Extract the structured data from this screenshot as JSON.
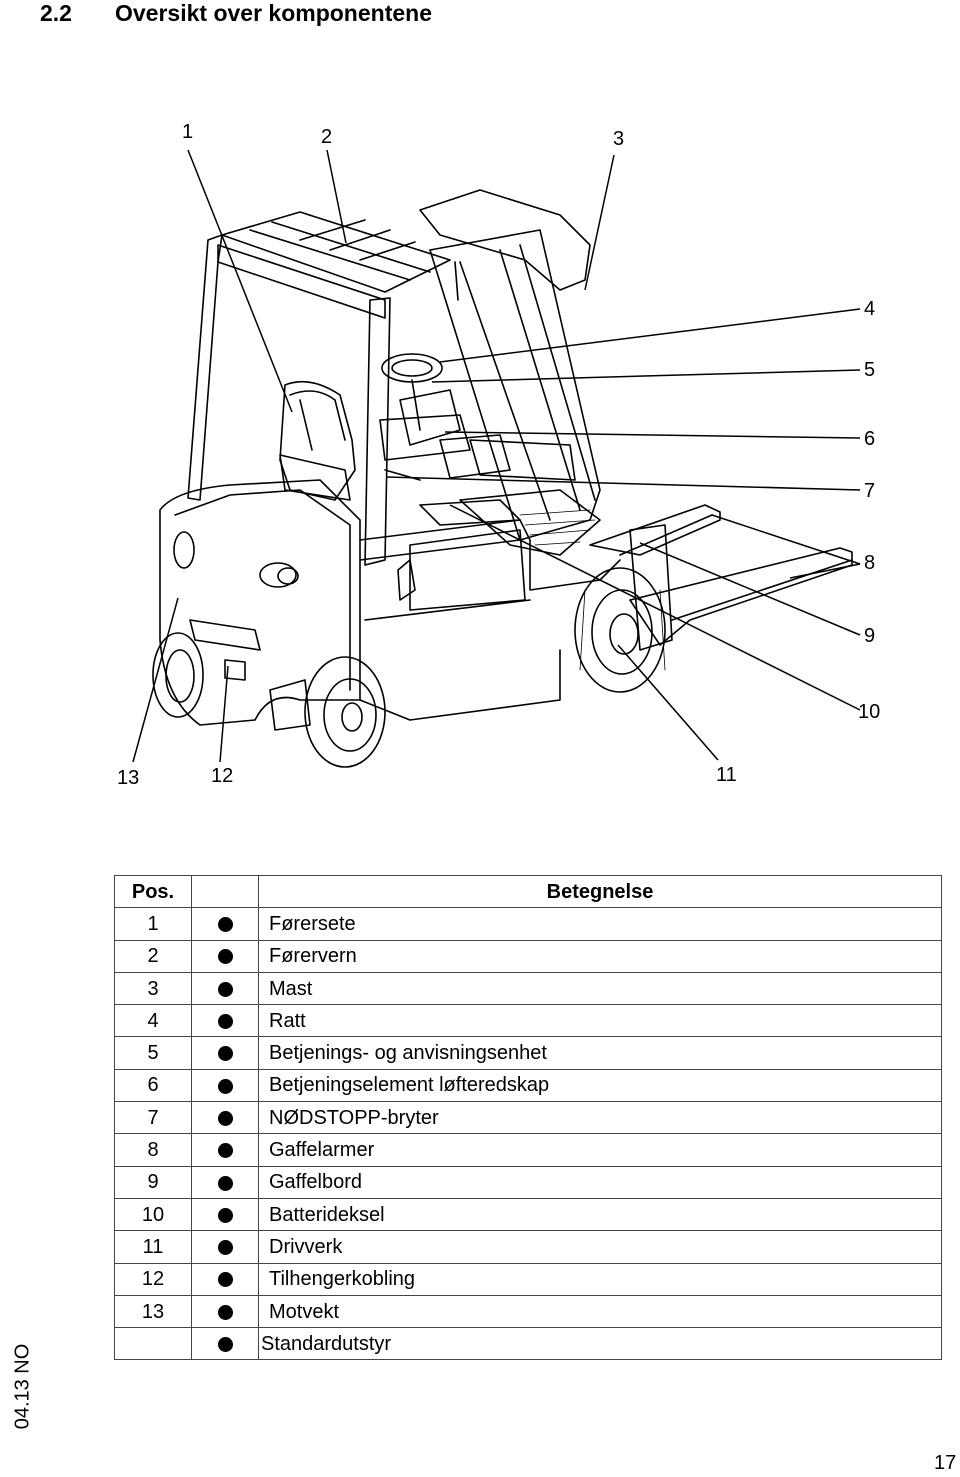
{
  "section": {
    "number": "2.2",
    "title": "Oversikt over komponentene"
  },
  "figure": {
    "callouts": [
      "1",
      "2",
      "3",
      "4",
      "5",
      "6",
      "7",
      "8",
      "9",
      "10",
      "11",
      "12",
      "13"
    ]
  },
  "legend": {
    "header_pos": "Pos.",
    "header_desc": "Betegnelse",
    "rows": [
      {
        "pos": "1",
        "desc": "Førersete"
      },
      {
        "pos": "2",
        "desc": "Førervern"
      },
      {
        "pos": "3",
        "desc": "Mast"
      },
      {
        "pos": "4",
        "desc": "Ratt"
      },
      {
        "pos": "5",
        "desc": "Betjenings- og anvisningsenhet"
      },
      {
        "pos": "6",
        "desc": "Betjeningselement løfteredskap"
      },
      {
        "pos": "7",
        "desc": "NØDSTOPP-bryter"
      },
      {
        "pos": "8",
        "desc": "Gaffelarmer"
      },
      {
        "pos": "9",
        "desc": "Gaffelbord"
      },
      {
        "pos": "10",
        "desc": "Batterideksel"
      },
      {
        "pos": "11",
        "desc": "Drivverk"
      },
      {
        "pos": "12",
        "desc": "Tilhengerkobling"
      },
      {
        "pos": "13",
        "desc": "Motvekt"
      }
    ],
    "footnote": "Standardutstyr"
  },
  "document_code": "04.13 NO",
  "page_number": "17"
}
